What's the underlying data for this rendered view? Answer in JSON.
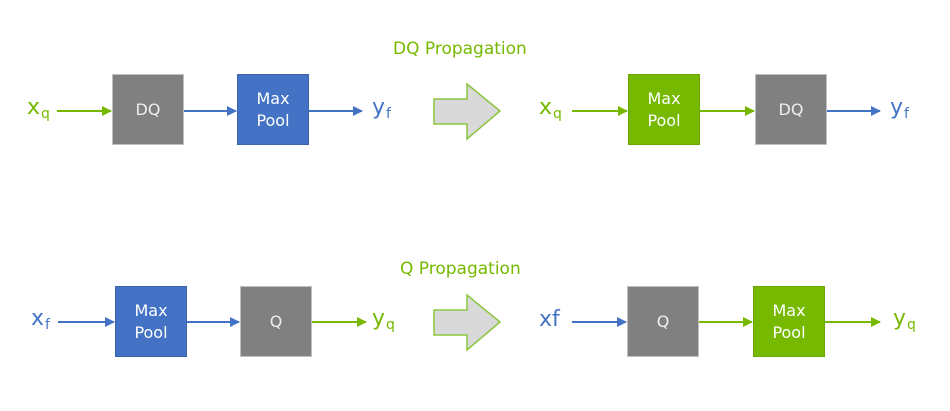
{
  "colors": {
    "green": "#76B900",
    "blue": "#4472C4",
    "gray": "#808080",
    "transform_arrow_fill": "#D9D9D9"
  },
  "dq_section": {
    "title": "DQ Propagation",
    "before": {
      "input": {
        "base": "x",
        "sub": "q"
      },
      "nodes": [
        {
          "line1": "DQ",
          "line2": ""
        },
        {
          "line1": "Max",
          "line2": "Pool"
        }
      ],
      "output": {
        "base": "y",
        "sub": "f"
      }
    },
    "after": {
      "input": {
        "base": "x",
        "sub": "q"
      },
      "nodes": [
        {
          "line1": "Max",
          "line2": "Pool"
        },
        {
          "line1": "DQ",
          "line2": ""
        }
      ],
      "output": {
        "base": "y",
        "sub": "f"
      }
    }
  },
  "q_section": {
    "title": "Q Propagation",
    "before": {
      "input": {
        "base": "x",
        "sub": "f"
      },
      "nodes": [
        {
          "line1": "Max",
          "line2": "Pool"
        },
        {
          "line1": "Q",
          "line2": ""
        }
      ],
      "output": {
        "base": "y",
        "sub": "q"
      }
    },
    "after": {
      "input": {
        "label": "xf"
      },
      "nodes": [
        {
          "line1": "Q",
          "line2": ""
        },
        {
          "line1": "Max",
          "line2": "Pool"
        }
      ],
      "output": {
        "base": "y",
        "sub": "q"
      }
    }
  }
}
